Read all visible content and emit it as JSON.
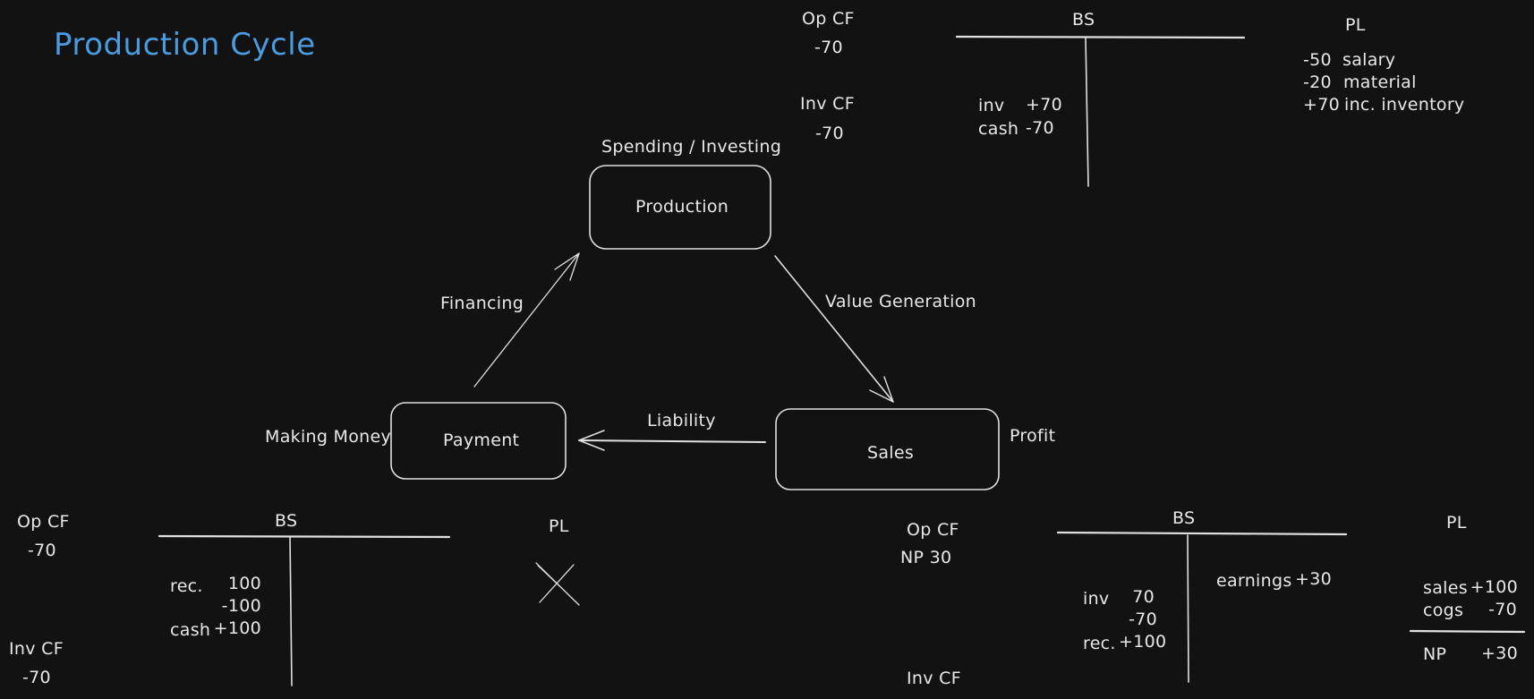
{
  "title": "Production Cycle",
  "colors": {
    "background": "#121212",
    "title": "#4a9be0",
    "stroke": "#e0e0e0"
  },
  "nodes": {
    "production": {
      "label": "Production",
      "annotation": "Spending / Investing"
    },
    "sales": {
      "label": "Sales",
      "annotation": "Profit"
    },
    "payment": {
      "label": "Payment",
      "annotation": "Making Money"
    }
  },
  "edges": {
    "financing": {
      "label": "Financing",
      "from": "Payment",
      "to": "Production"
    },
    "value_generation": {
      "label": "Value Generation",
      "from": "Production",
      "to": "Sales"
    },
    "liability": {
      "label": "Liability",
      "from": "Sales",
      "to": "Payment"
    }
  },
  "production_stage": {
    "cash_flow": {
      "op_cf_label": "Op CF",
      "op_cf_value": "-70",
      "inv_cf_label": "Inv CF",
      "inv_cf_value": "-70"
    },
    "balance_sheet": {
      "label": "BS",
      "left": [
        {
          "item": "inv",
          "value": "+70"
        },
        {
          "item": "cash",
          "value": "-70"
        }
      ],
      "right": []
    },
    "profit_loss": {
      "label": "PL",
      "rows": [
        {
          "value": "-50",
          "item": "salary"
        },
        {
          "value": "-20",
          "item": "material"
        },
        {
          "value": "+70",
          "item": "inc. inventory"
        }
      ]
    }
  },
  "payment_stage": {
    "cash_flow": {
      "op_cf_label": "Op CF",
      "op_cf_value": "-70",
      "inv_cf_label": "Inv CF",
      "inv_cf_value": "-70"
    },
    "balance_sheet": {
      "label": "BS",
      "left": [
        {
          "item": "rec.",
          "value": "100"
        },
        {
          "item": "",
          "value": "-100"
        },
        {
          "item": "cash",
          "value": "+100"
        }
      ],
      "right": []
    },
    "profit_loss": {
      "label": "PL",
      "crossed_out": true
    }
  },
  "sales_stage": {
    "cash_flow": {
      "op_cf_label": "Op CF",
      "op_cf_value": "NP 30",
      "inv_cf_label": "Inv CF"
    },
    "balance_sheet": {
      "label": "BS",
      "left": [
        {
          "item": "inv",
          "value": "70"
        },
        {
          "item": "",
          "value": "-70"
        },
        {
          "item": "rec.",
          "value": "+100"
        }
      ],
      "right": [
        {
          "item": "earnings",
          "value": "+30"
        }
      ]
    },
    "profit_loss": {
      "label": "PL",
      "rows": [
        {
          "item": "sales",
          "value": "+100"
        },
        {
          "item": "cogs",
          "value": "-70"
        }
      ],
      "total": {
        "item": "NP",
        "value": "+30"
      }
    }
  }
}
